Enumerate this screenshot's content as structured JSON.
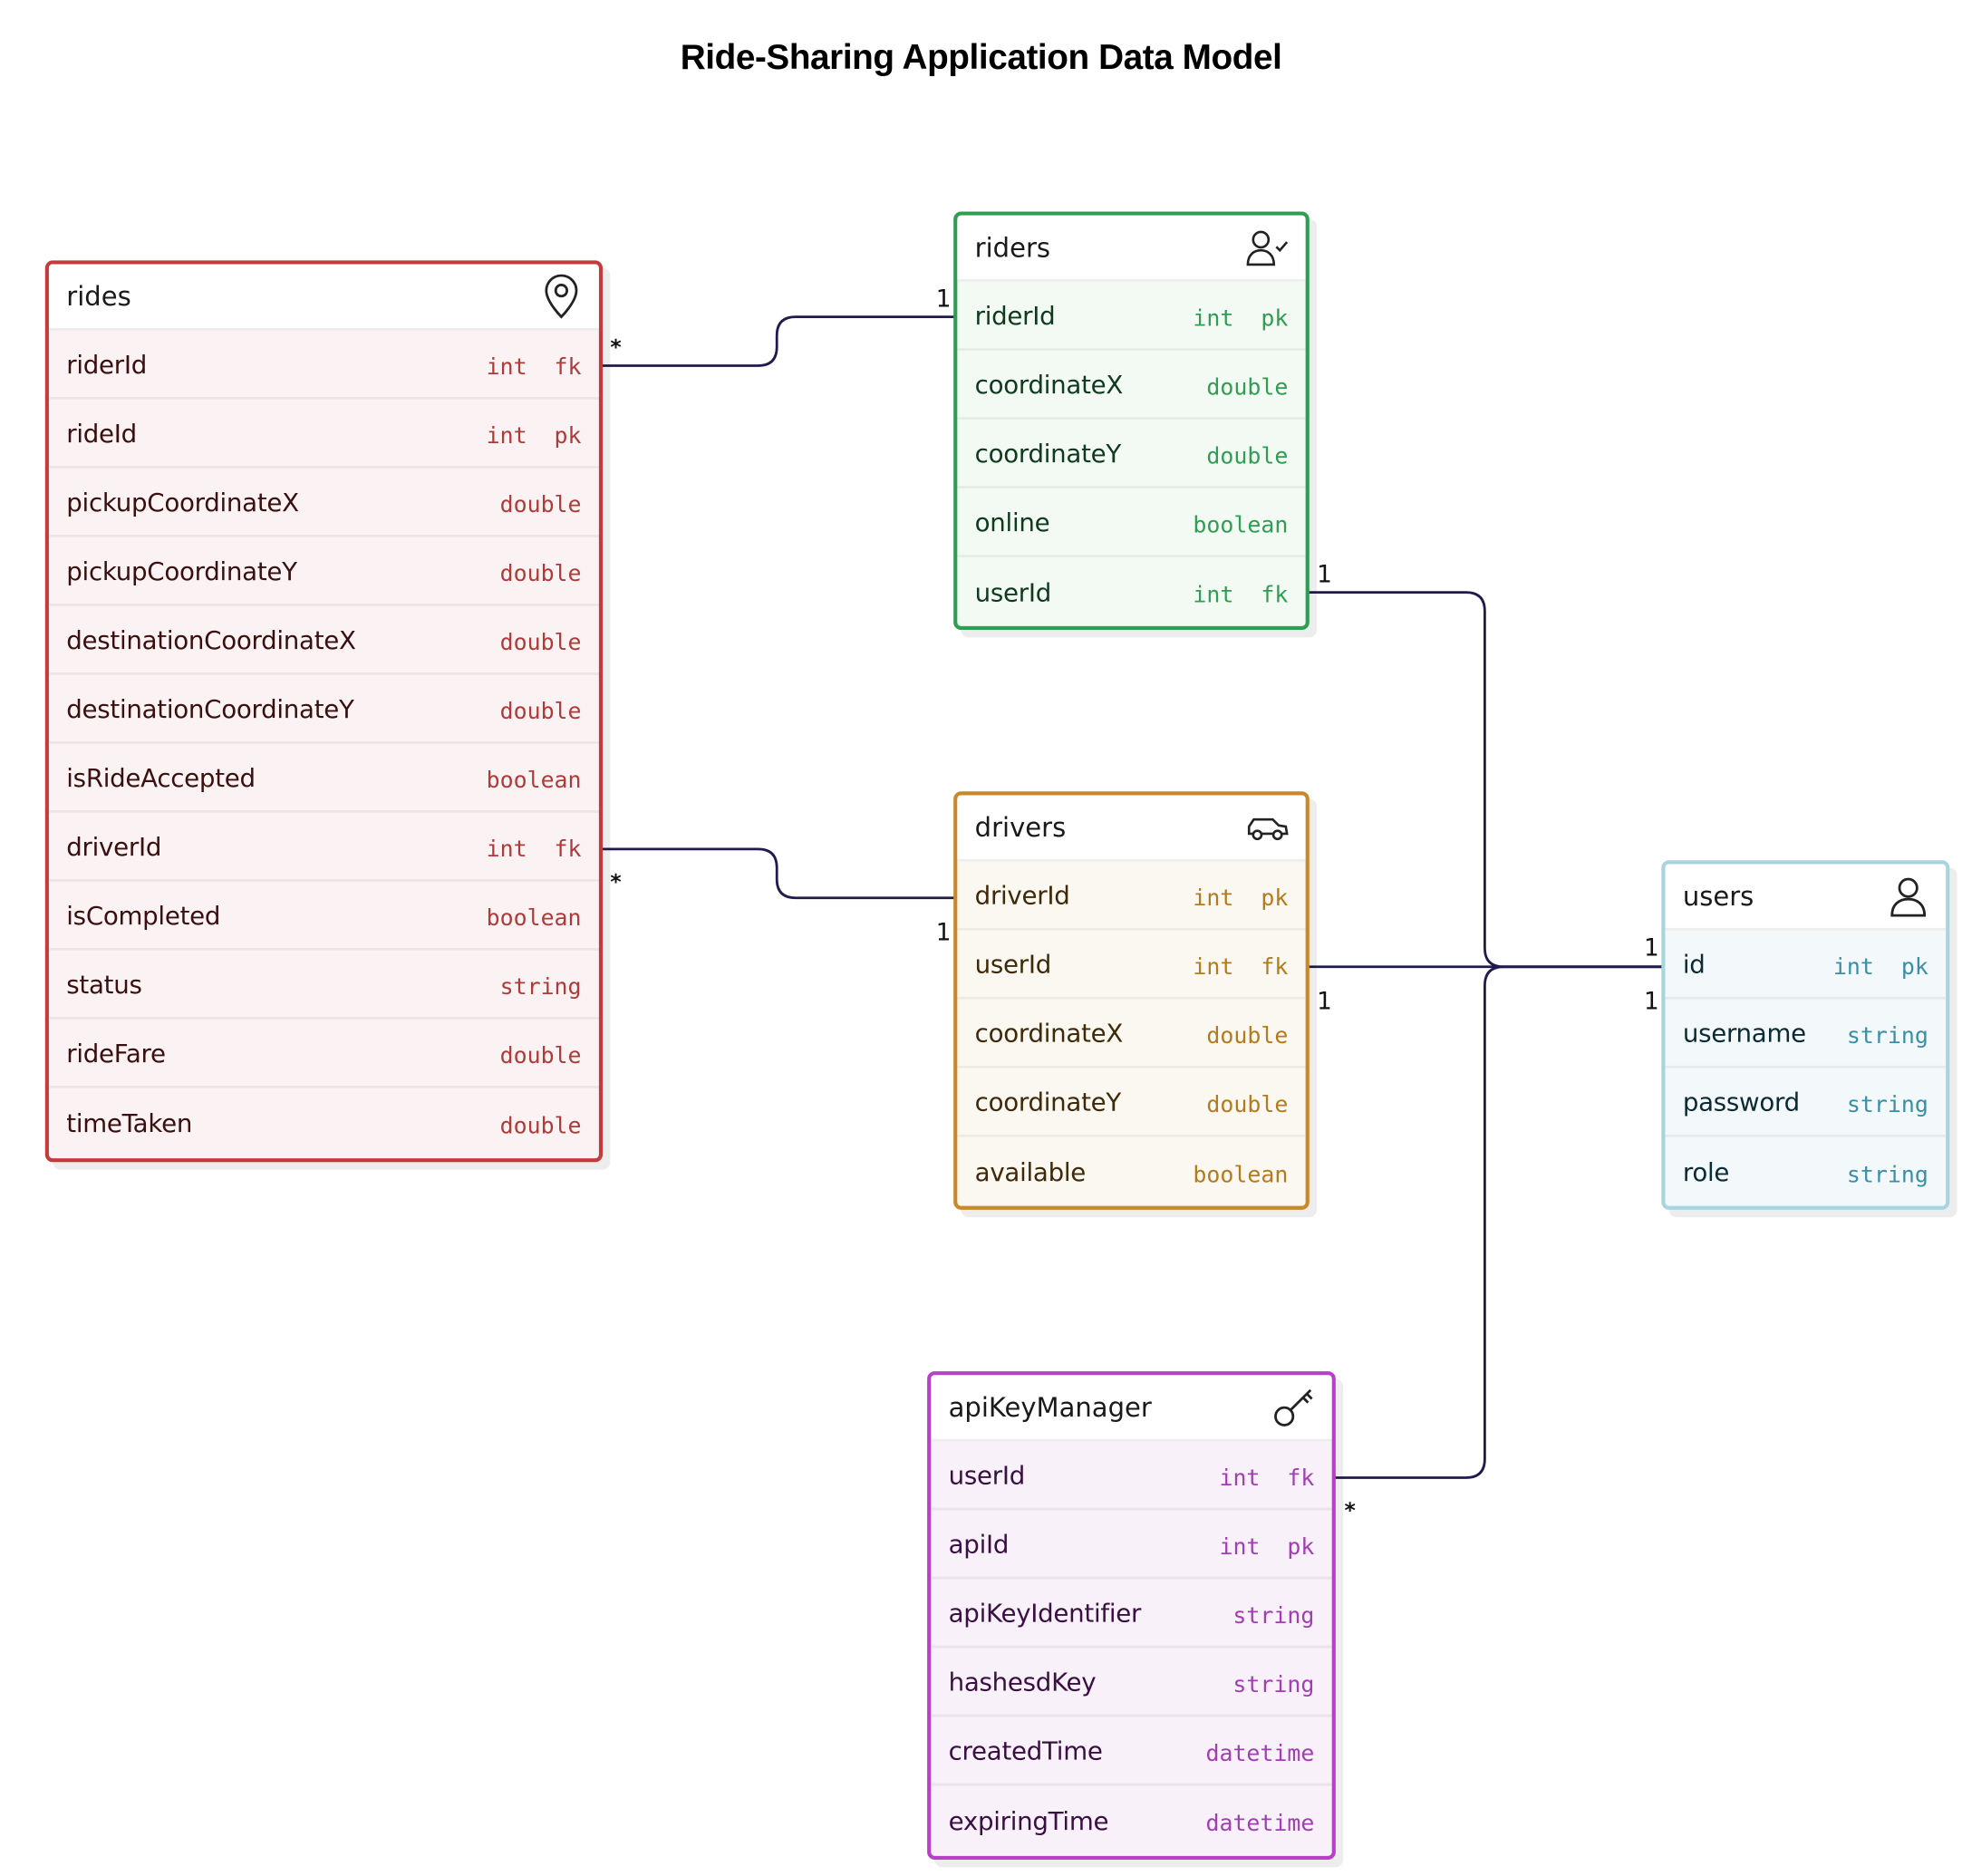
{
  "title": "Ride-Sharing Application Data Model",
  "colors": {
    "rides": "#c53b3b",
    "riders": "#2e9e52",
    "drivers": "#c9882a",
    "users": "#a8d4e0",
    "apiKeyManager": "#b83fc8",
    "link": "#1f1b4d"
  },
  "entities": {
    "rides": {
      "name": "rides",
      "icon": "map-pin-icon",
      "fields": [
        {
          "name": "riderId",
          "type": "int  fk"
        },
        {
          "name": "rideId",
          "type": "int  pk"
        },
        {
          "name": "pickupCoordinateX",
          "type": "double"
        },
        {
          "name": "pickupCoordinateY",
          "type": "double"
        },
        {
          "name": "destinationCoordinateX",
          "type": "double"
        },
        {
          "name": "destinationCoordinateY",
          "type": "double"
        },
        {
          "name": "isRideAccepted",
          "type": "boolean"
        },
        {
          "name": "driverId",
          "type": "int  fk"
        },
        {
          "name": "isCompleted",
          "type": "boolean"
        },
        {
          "name": "status",
          "type": "string"
        },
        {
          "name": "rideFare",
          "type": "double"
        },
        {
          "name": "timeTaken",
          "type": "double"
        }
      ]
    },
    "riders": {
      "name": "riders",
      "icon": "user-check-icon",
      "fields": [
        {
          "name": "riderId",
          "type": "int  pk"
        },
        {
          "name": "coordinateX",
          "type": "double"
        },
        {
          "name": "coordinateY",
          "type": "double"
        },
        {
          "name": "online",
          "type": "boolean"
        },
        {
          "name": "userId",
          "type": "int  fk"
        }
      ]
    },
    "drivers": {
      "name": "drivers",
      "icon": "car-icon",
      "fields": [
        {
          "name": "driverId",
          "type": "int  pk"
        },
        {
          "name": "userId",
          "type": "int  fk"
        },
        {
          "name": "coordinateX",
          "type": "double"
        },
        {
          "name": "coordinateY",
          "type": "double"
        },
        {
          "name": "available",
          "type": "boolean"
        }
      ]
    },
    "users": {
      "name": "users",
      "icon": "user-icon",
      "fields": [
        {
          "name": "id",
          "type": "int  pk"
        },
        {
          "name": "username",
          "type": "string"
        },
        {
          "name": "password",
          "type": "string"
        },
        {
          "name": "role",
          "type": "string"
        }
      ]
    },
    "apiKeyManager": {
      "name": "apiKeyManager",
      "icon": "key-icon",
      "fields": [
        {
          "name": "userId",
          "type": "int  fk"
        },
        {
          "name": "apiId",
          "type": "int  pk"
        },
        {
          "name": "apiKeyIdentifier",
          "type": "string"
        },
        {
          "name": "hashesdKey",
          "type": "string"
        },
        {
          "name": "createdTime",
          "type": "datetime"
        },
        {
          "name": "expiringTime",
          "type": "datetime"
        }
      ]
    }
  },
  "relationships": [
    {
      "from": "rides.riderId",
      "to": "riders.riderId",
      "from_card": "*",
      "to_card": "1"
    },
    {
      "from": "rides.driverId",
      "to": "drivers.driverId",
      "from_card": "*",
      "to_card": "1"
    },
    {
      "from": "riders.userId",
      "to": "users.id",
      "from_card": "1",
      "to_card": "1"
    },
    {
      "from": "drivers.userId",
      "to": "users.id",
      "from_card": "1",
      "to_card": "1"
    },
    {
      "from": "apiKeyManager.userId",
      "to": "users.id",
      "from_card": "*",
      "to_card": "1"
    }
  ]
}
